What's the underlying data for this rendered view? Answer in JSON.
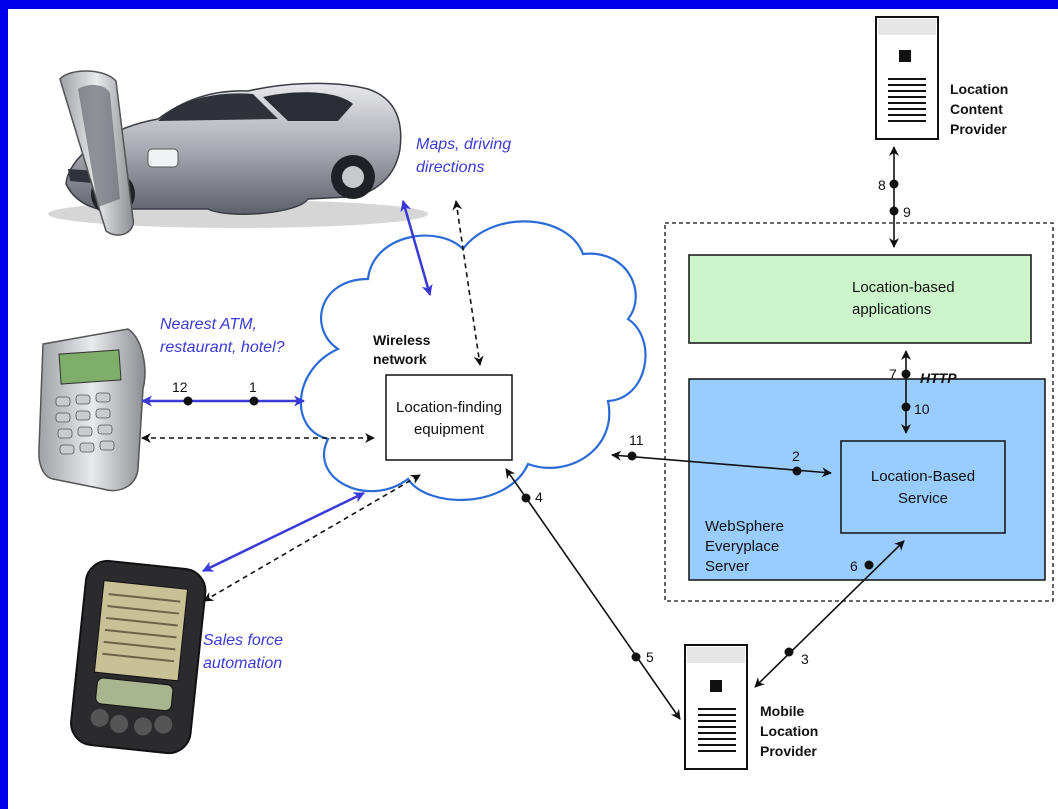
{
  "colors": {
    "border": "#0000ee",
    "apps_box_fill": "#ccf5cc",
    "server_box_fill": "#99ccff",
    "label_blue": "#3a3ad6",
    "arrow_blue": "#3a3ad6",
    "cloud_outline": "#2b6bd8"
  },
  "icons": {
    "car": "car-image",
    "phone": "flip-phone-image",
    "pda": "pda-image",
    "server": "server-tower-icon"
  },
  "labels": {
    "maps": [
      "Maps, driving",
      "directions"
    ],
    "atm": [
      "Nearest ATM,",
      "restaurant, hotel?"
    ],
    "sales": [
      "Sales force",
      "automation"
    ],
    "wireless": [
      "Wireless",
      "network"
    ],
    "lfe": [
      "Location-finding",
      "equipment"
    ],
    "lcp": [
      "Location",
      "Content",
      "Provider"
    ],
    "mlp": [
      "Mobile",
      "Location",
      "Provider"
    ],
    "apps": [
      "Location-based",
      "applications"
    ],
    "lbs": [
      "Location-Based",
      "Service"
    ],
    "wes": [
      "WebSphere",
      "Everyplace",
      "Server"
    ],
    "http": "HTTP"
  },
  "numbers": {
    "n1": "1",
    "n2": "2",
    "n3": "3",
    "n4": "4",
    "n5": "5",
    "n6": "6",
    "n7": "7",
    "n8": "8",
    "n9": "9",
    "n10": "10",
    "n11": "11",
    "n12": "12"
  }
}
